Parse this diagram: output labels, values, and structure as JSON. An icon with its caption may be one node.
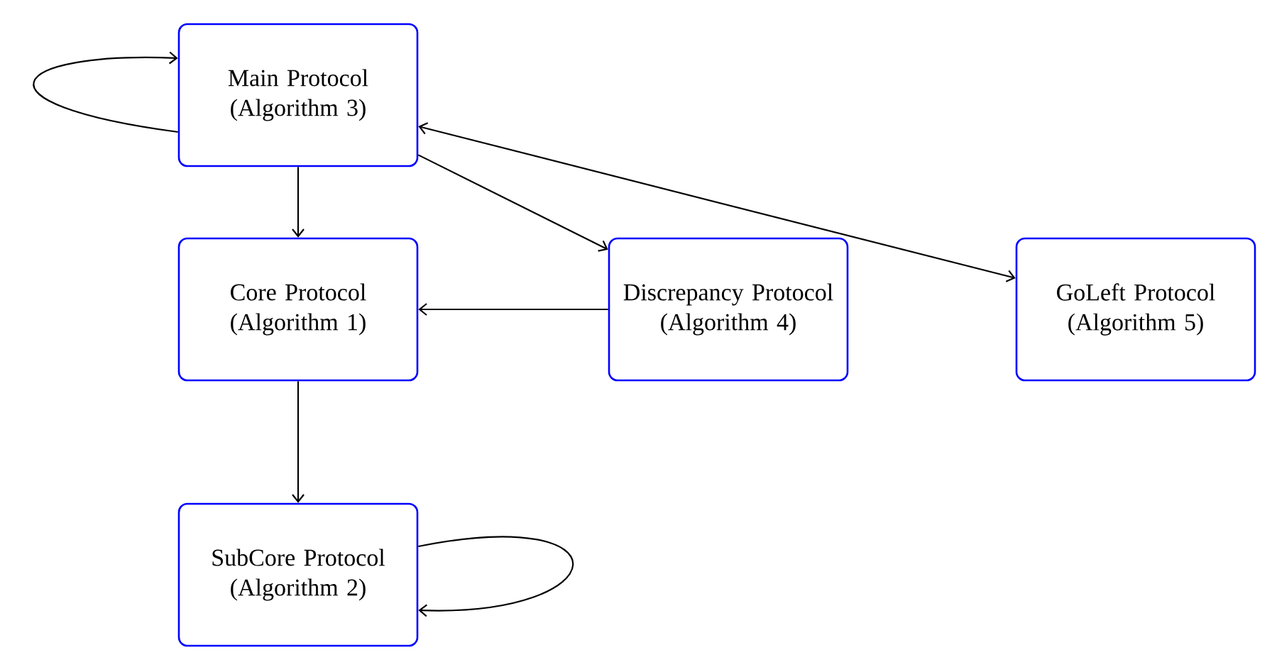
{
  "diagram": {
    "nodes": [
      {
        "text": [
          "Main Protocol (Algorithm 3)"
        ]
      },
      {
        "text": [
          "Core Protocol (Algorithm 1)"
        ]
      },
      {
        "text": [
          "Discrepancy Protocol (Algorithm 4)"
        ]
      },
      {
        "text": [
          "GoLeft Protocol (Algorithm 5)"
        ]
      },
      {
        "text": [
          "SubCore Protocol (Algorithm 2)"
        ]
      }
    ],
    "edges": [
      {
        "from": 0,
        "to": 0,
        "arrow": "to"
      },
      {
        "from": 0,
        "to": 1,
        "arrow": "to"
      },
      {
        "from": 0,
        "to": 2,
        "arrow": "to"
      },
      {
        "from": 0,
        "to": 3,
        "arrow": "both"
      },
      {
        "from": 2,
        "to": 1,
        "arrow": "to"
      },
      {
        "from": 1,
        "to": 4,
        "arrow": "to"
      },
      {
        "from": 4,
        "to": 4,
        "arrow": "to"
      }
    ]
  }
}
